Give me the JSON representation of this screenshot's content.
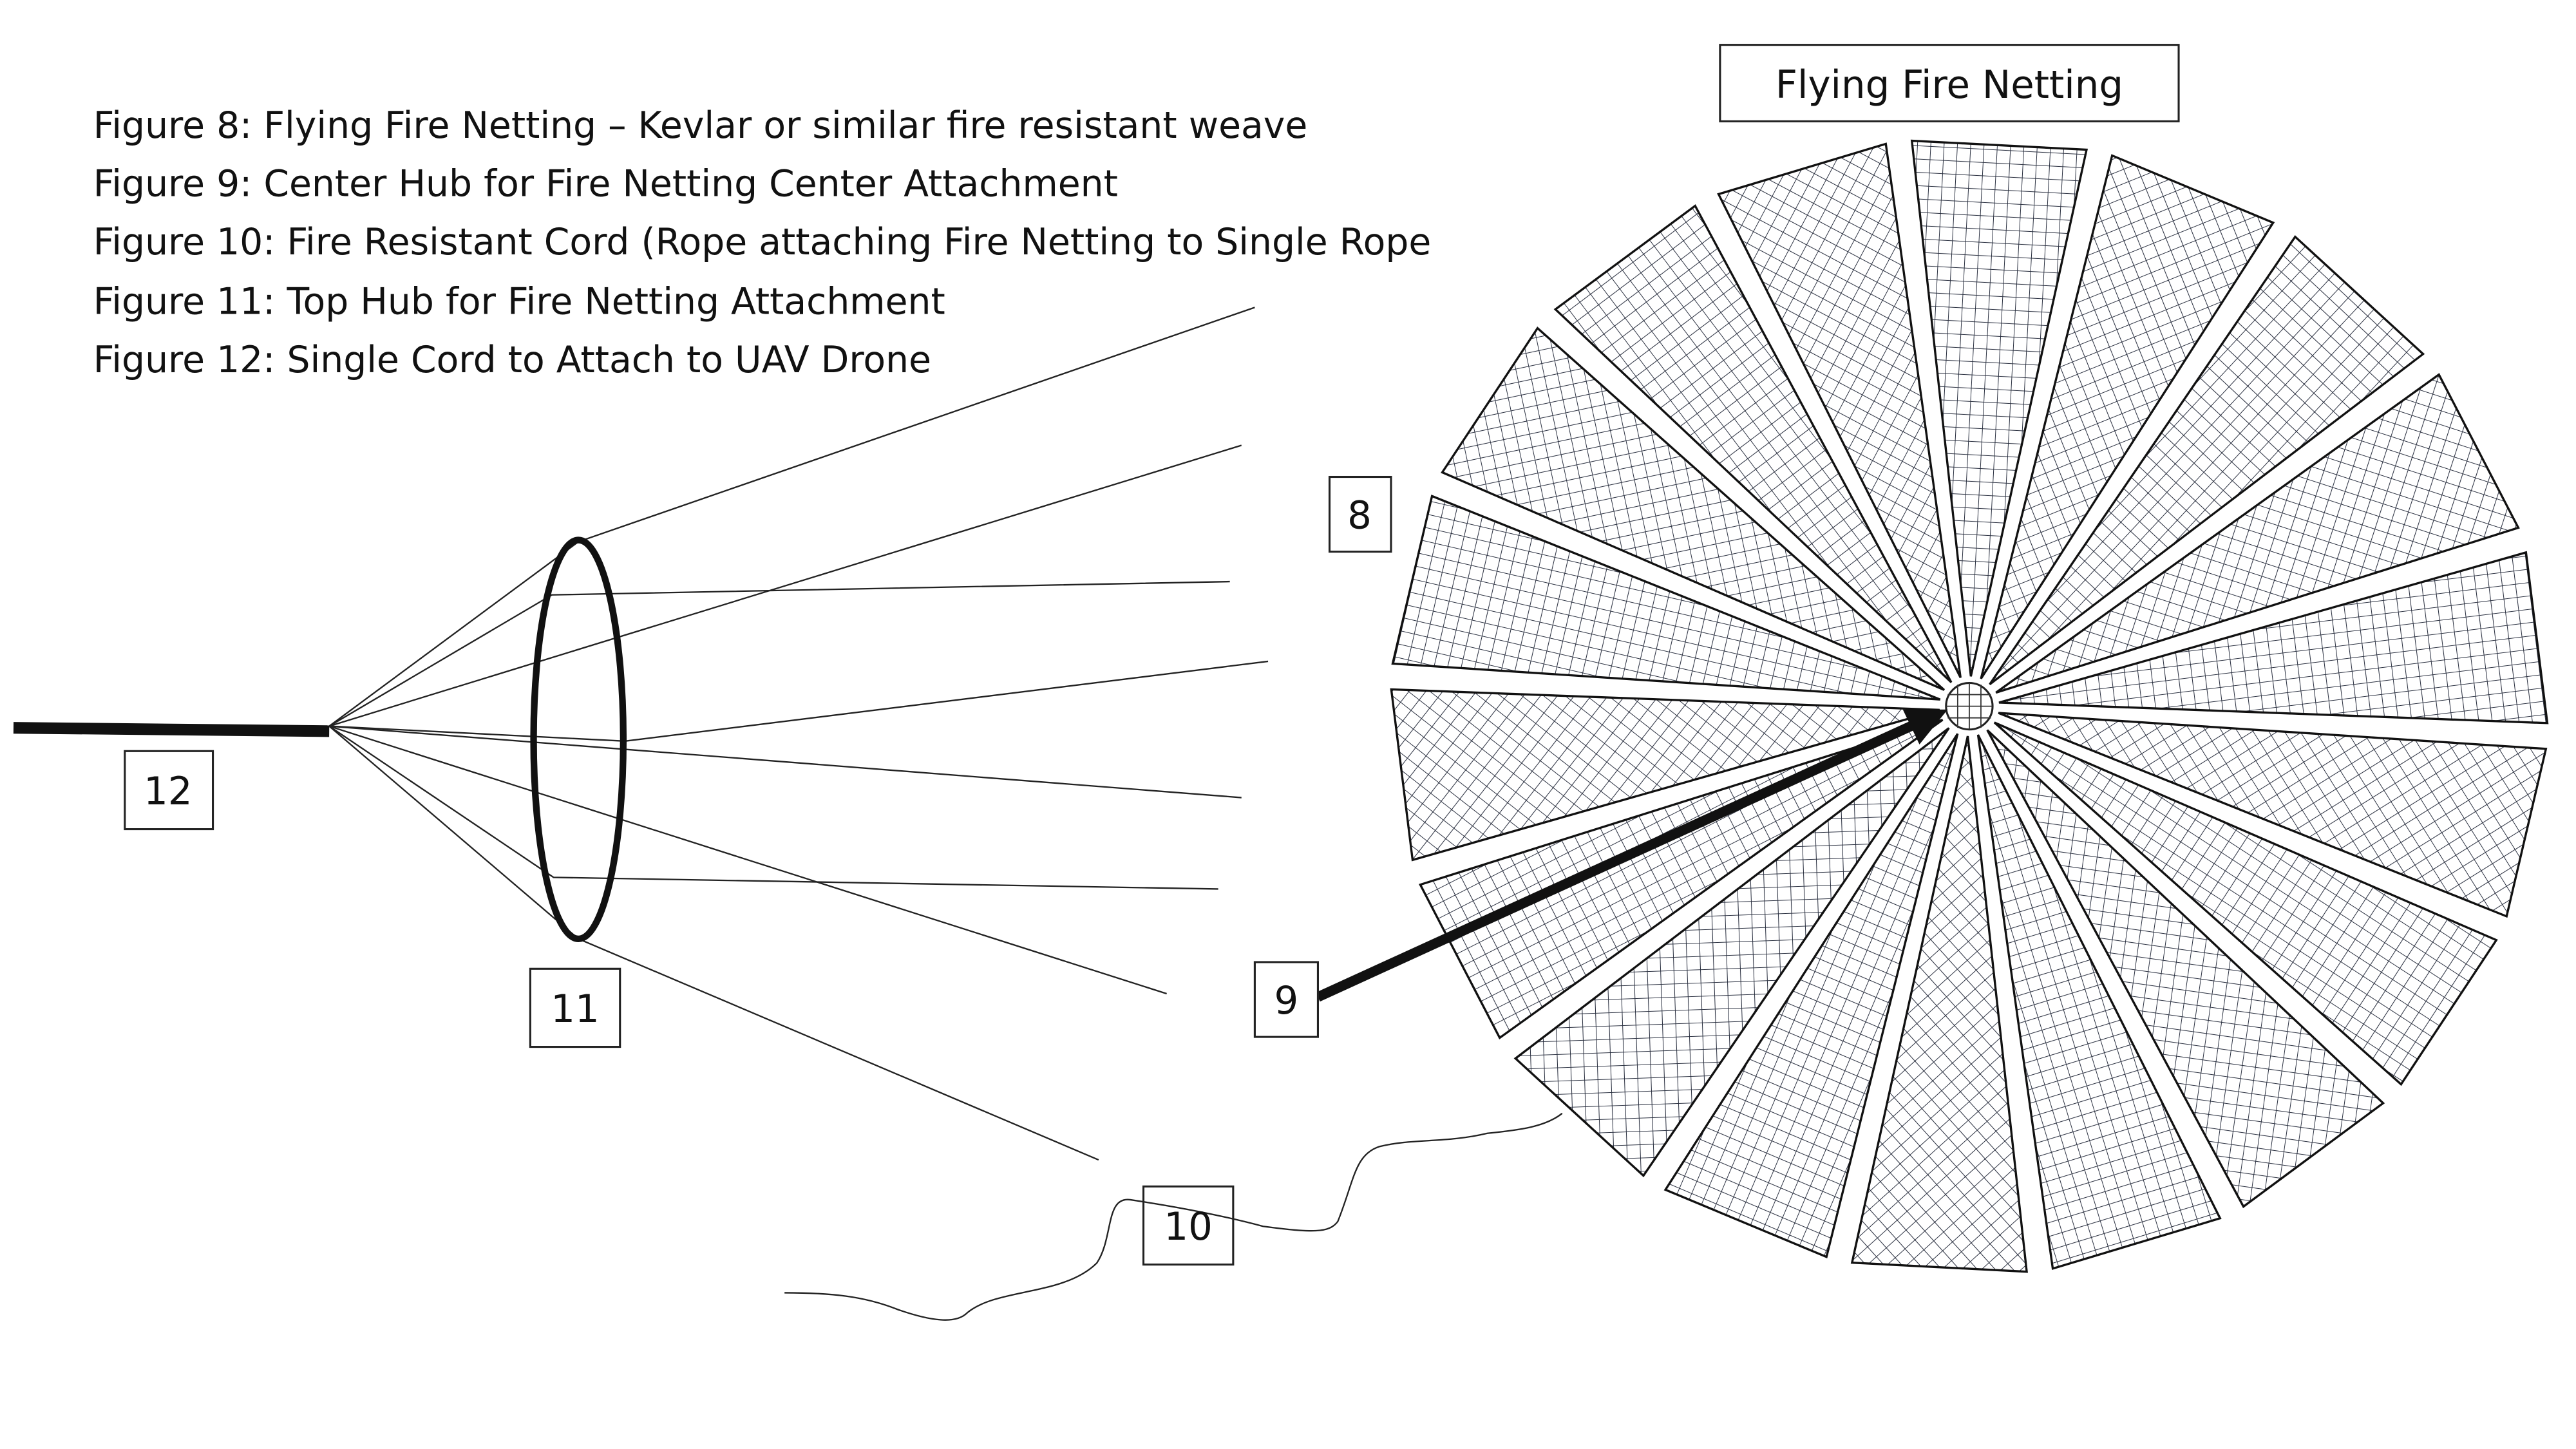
{
  "captions": [
    "Figure 8: Flying Fire Netting – Kevlar or similar fire resistant weave",
    "Figure 9: Center Hub for Fire Netting Center Attachment",
    "Figure 10: Fire Resistant Cord (Rope attaching Fire Netting to Single Rope",
    "Figure 11: Top Hub for Fire Netting Attachment",
    "Figure 12: Single Cord to Attach to UAV Drone"
  ],
  "title_box": "Flying Fire Netting",
  "labels": {
    "netting": "8",
    "center_hub": "9",
    "cord": "10",
    "top_hub": "11",
    "single_cord": "12"
  },
  "netting": {
    "panel_count": 18
  }
}
